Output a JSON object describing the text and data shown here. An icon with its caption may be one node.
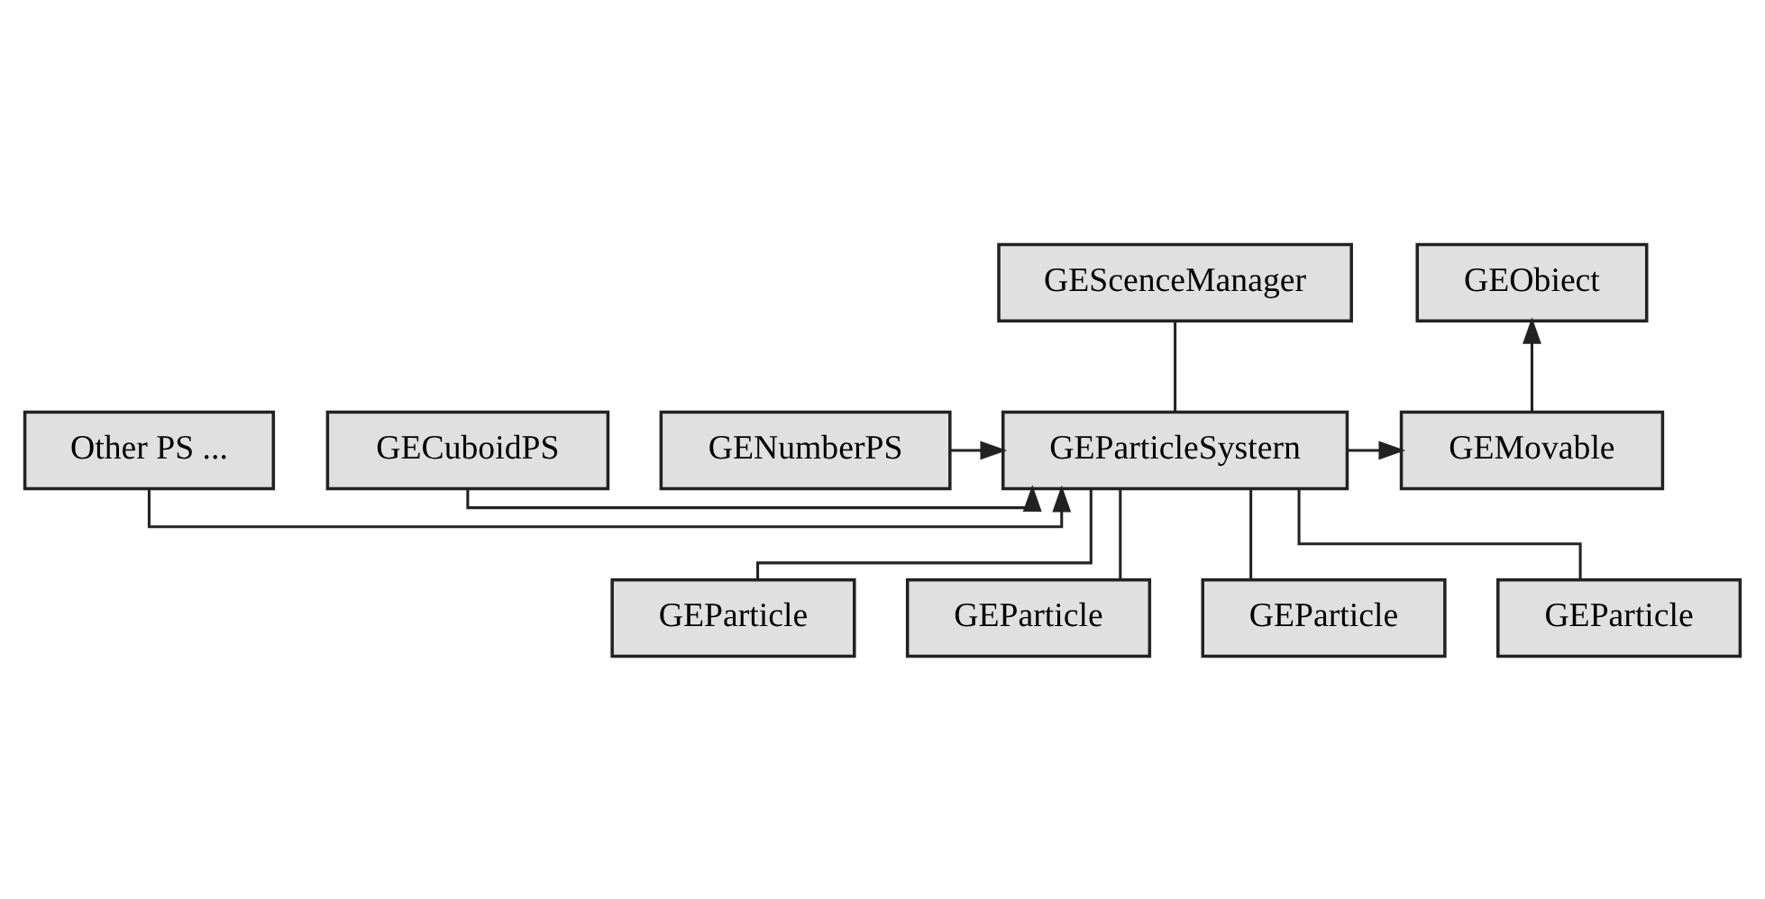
{
  "diagram": {
    "nodes": [
      {
        "text": [
          "GEObiect"
        ]
      },
      {
        "text": [
          "GEScenceManager"
        ]
      },
      {
        "text": [
          "GEMovable"
        ]
      },
      {
        "text": [
          "GEParticleSystern"
        ]
      },
      {
        "text": [
          "GECuboidPS"
        ]
      },
      {
        "text": [
          "GENumberPS"
        ]
      },
      {
        "text": [
          "Other PS ..."
        ]
      },
      {
        "text": [
          "GEParticle"
        ]
      },
      {
        "text": [
          "GEParticle"
        ]
      },
      {
        "text": [
          "GEParticle"
        ]
      },
      {
        "text": [
          "GEParticle"
        ]
      }
    ],
    "edges": [
      {
        "from": 2,
        "to": 0,
        "arrow": "to"
      },
      {
        "from": 1,
        "to": 3,
        "arrow": "none"
      },
      {
        "from": 3,
        "to": 2,
        "arrow": "to"
      },
      {
        "from": 4,
        "to": 3,
        "arrow": "to"
      },
      {
        "from": 5,
        "to": 3,
        "arrow": "to"
      },
      {
        "from": 6,
        "to": 3,
        "arrow": "to"
      },
      {
        "from": 3,
        "to": 7,
        "arrow": "none"
      },
      {
        "from": 3,
        "to": 8,
        "arrow": "none"
      },
      {
        "from": 3,
        "to": 9,
        "arrow": "none"
      },
      {
        "from": 3,
        "to": 10,
        "arrow": "none"
      }
    ]
  }
}
